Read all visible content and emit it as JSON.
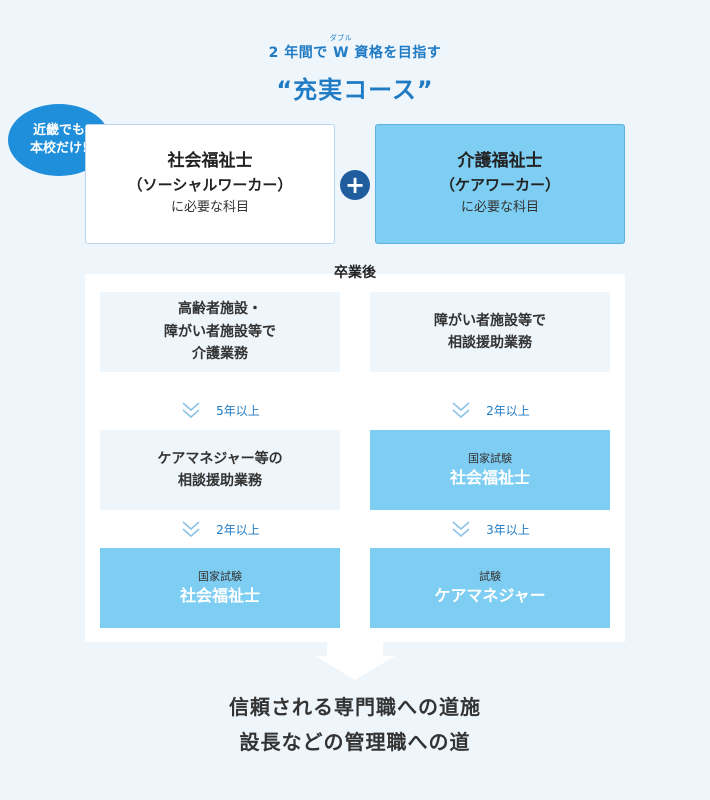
{
  "header": {
    "subtitle_pre": "2 年間で ",
    "subtitle_w": "W",
    "subtitle_w_ruby": "ダブル",
    "subtitle_post": " 資格を目指す",
    "title": "“充実コース”"
  },
  "badge": {
    "line1": "近畿でも",
    "line2": "本校だけ!"
  },
  "courses": {
    "left": {
      "name": "社会福祉士",
      "sub": "（ソーシャルワーカー）",
      "note": "に必要な科目"
    },
    "right": {
      "name": "介護福祉士",
      "sub": "（ケアワーカー）",
      "note": "に必要な科目"
    },
    "plus_symbol": "+"
  },
  "after_graduation": "卒業後",
  "left_path": {
    "step1": [
      "高齢者施設・",
      "障がい者施設等で",
      "介護業務"
    ],
    "arrow1": "5年以上",
    "step2": [
      "ケアマネジャー等の",
      "相談援助業務"
    ],
    "arrow2": "2年以上",
    "step3_small": "国家試験",
    "step3_big": "社会福祉士"
  },
  "right_path": {
    "step1": [
      "障がい者施設等で",
      "相談援助業務"
    ],
    "arrow1": "2年以上",
    "step2_small": "国家試験",
    "step2_big": "社会福祉士",
    "arrow2": "3年以上",
    "step3_small": "試験",
    "step3_big": "ケアマネジャー"
  },
  "conclusion": {
    "line1": "信頼される専門職への道施",
    "line2": "設長などの管理職への道"
  },
  "colors": {
    "background": "#eef5fb",
    "accent_blue": "#1f7bc4",
    "badge_blue": "#1f8fdc",
    "light_cyan": "#7ecdf2",
    "plus_navy": "#1f5d9e"
  }
}
